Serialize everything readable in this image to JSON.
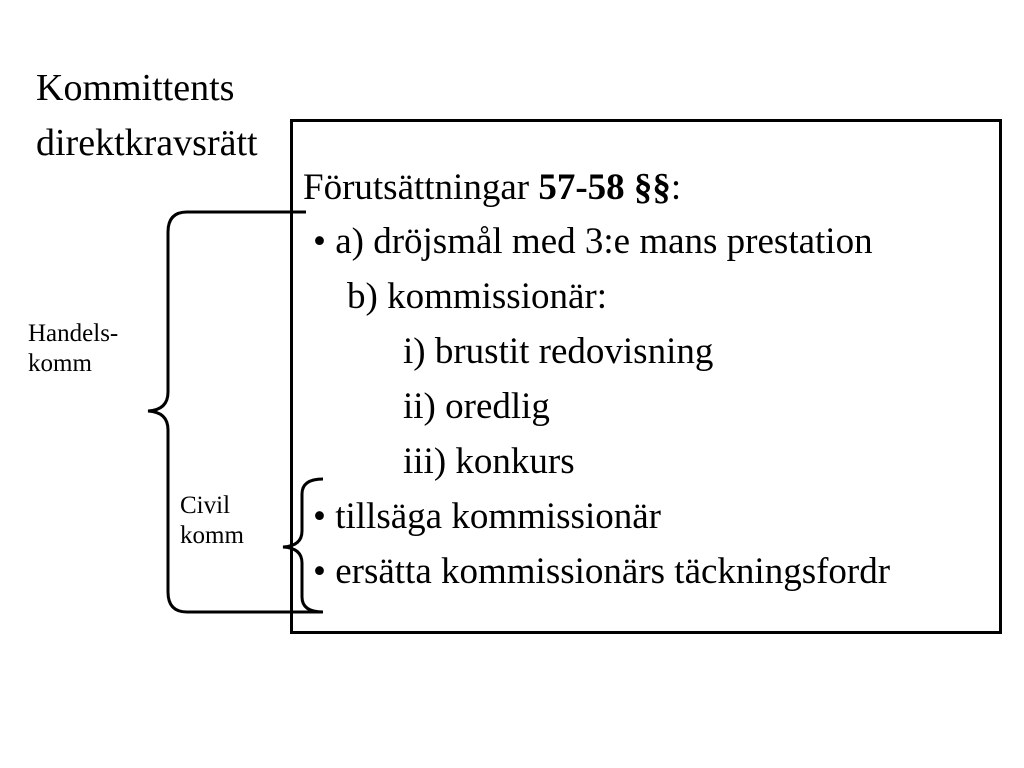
{
  "slide": {
    "title_line_1": "Kommittents",
    "title_line_2": "direktkravsrätt",
    "premises_prefix": "Förutsättningar ",
    "premises_paragraphs": "57-58 §§",
    "premises_suffix": ":",
    "item_a": "• a) dröjsmål med 3:e mans prestation",
    "item_b": "b) kommissionär:",
    "item_b_i": "i) brustit redovisning",
    "item_b_ii": "ii) oredlig",
    "item_b_iii": "iii) konkurs",
    "bullet_notify": "• tillsäga kommissionär",
    "bullet_compensate": "• ersätta kommissionärs täckningsfordr",
    "label_handels_line_1": "Handels-",
    "label_handels_line_2": "komm",
    "label_civil_line_1": "Civil",
    "label_civil_line_2": "komm"
  }
}
